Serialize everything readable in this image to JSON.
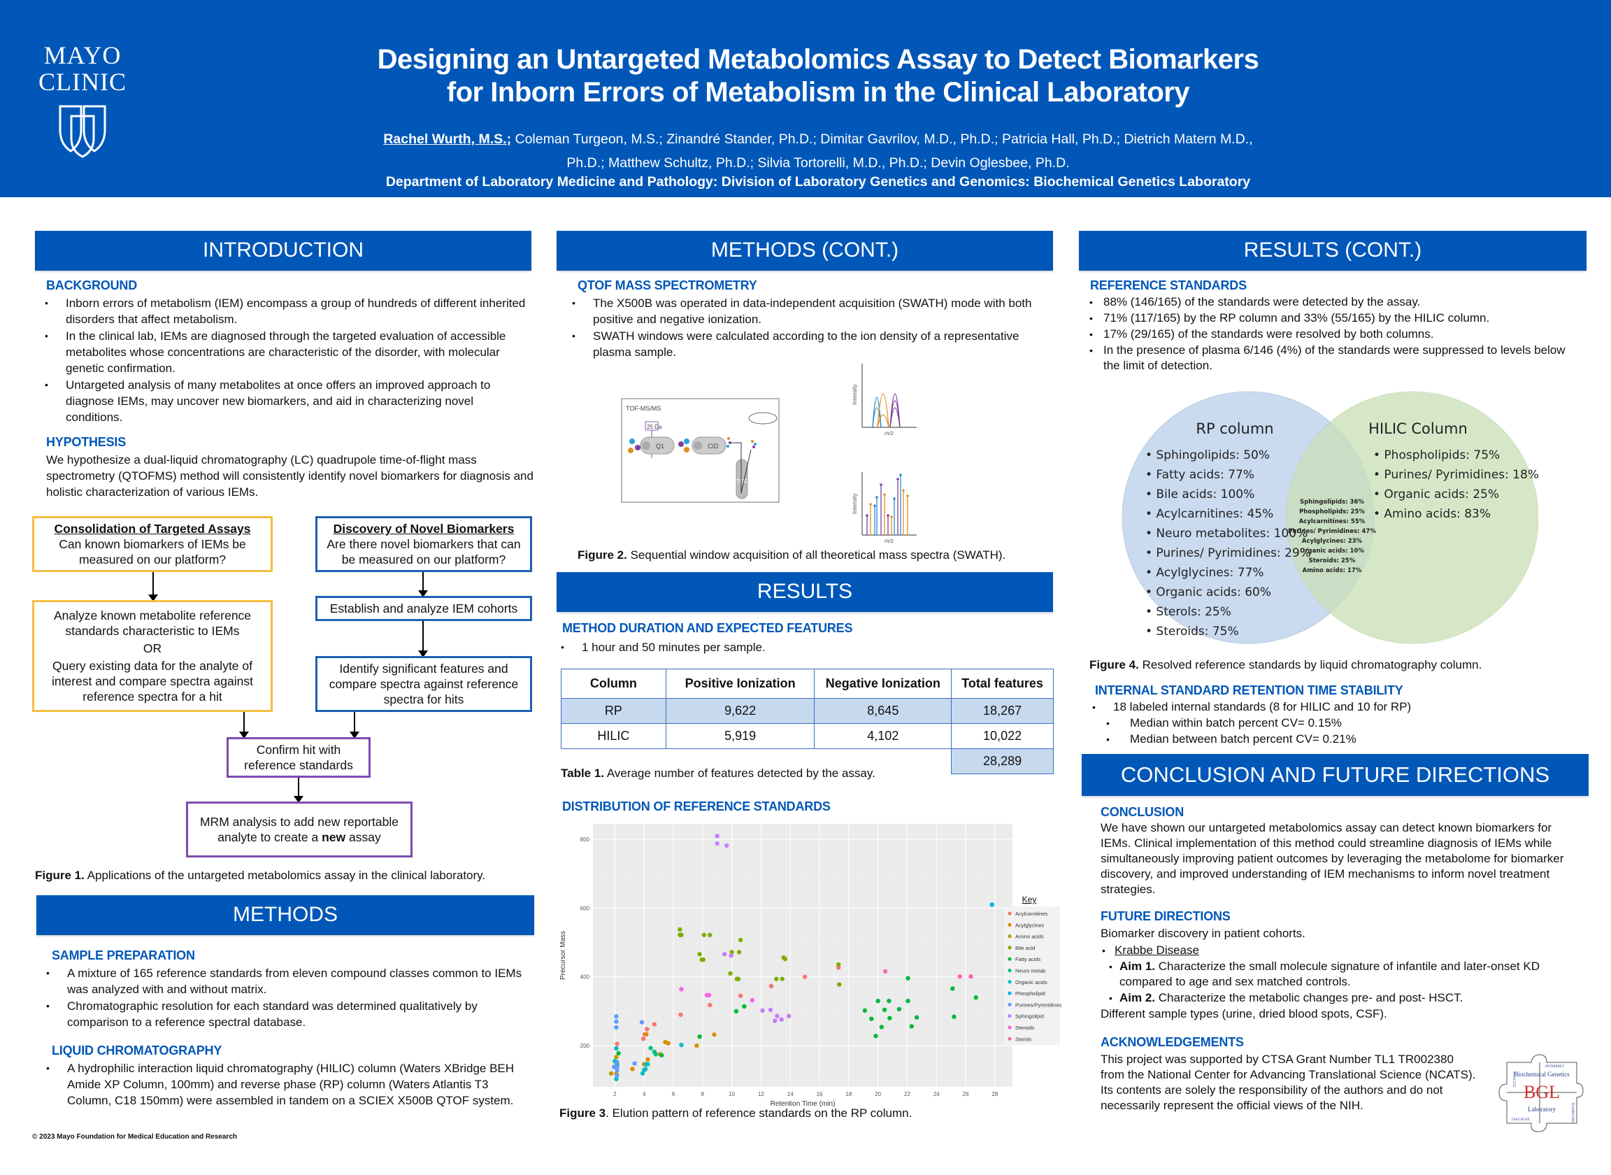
{
  "header": {
    "logo_line1": "MAYO",
    "logo_line2": "CLINIC",
    "title_line1": "Designing an Untargeted Metabolomics Assay to Detect Biomarkers",
    "title_line2": "for Inborn Errors of Metabolism in the Clinical Laboratory",
    "lead_author": "Rachel Wurth, M.S.;",
    "authors_rest_line1": " Coleman Turgeon, M.S.; Zinandré Stander, Ph.D.; Dimitar Gavrilov, M.D., Ph.D.; Patricia Hall, Ph.D.; Dietrich Matern M.D.,",
    "authors_line2": "Ph.D.; Matthew Schultz, Ph.D.; Silvia Tortorelli, M.D., Ph.D.; Devin Oglesbee, Ph.D.",
    "department": "Department of Laboratory Medicine and Pathology: Division of Laboratory Genetics and Genomics: Biochemical Genetics Laboratory"
  },
  "introduction": {
    "banner": "INTRODUCTION",
    "background_heading": "BACKGROUND",
    "background_items": [
      "Inborn errors of metabolism (IEM) encompass a group of hundreds of different inherited disorders that affect metabolism.",
      "In the clinical lab, IEMs are diagnosed through the targeted evaluation of accessible metabolites whose concentrations are characteristic of the disorder, with molecular genetic confirmation.",
      "Untargeted analysis of many metabolites at once offers an improved approach to diagnose IEMs, may uncover new biomarkers, and aid in characterizing novel conditions."
    ],
    "hypothesis_heading": "HYPOTHESIS",
    "hypothesis_text": "We hypothesize a dual-liquid chromatography (LC) quadrupole time-of-flight mass spectrometry (QTOFMS) method will consistently identify novel biomarkers for diagnosis and holistic characterization of various IEMs."
  },
  "flowchart": {
    "left_title": "Consolidation of Targeted Assays",
    "left_question": "Can known biomarkers of IEMs be measured on our platform?",
    "left_step_a": "Analyze known metabolite reference standards characteristic to IEMs",
    "left_step_or": "OR",
    "left_step_b": "Query existing data for the analyte of interest and compare spectra against reference spectra for a hit",
    "right_title": "Discovery of Novel Biomarkers",
    "right_question": "Are there novel biomarkers that can be measured on our platform?",
    "right_step1": "Establish and analyze IEM cohorts",
    "right_step2": "Identify significant features and compare spectra against reference spectra for hits",
    "confirm": "Confirm hit with reference standards",
    "mrm_pre": "MRM analysis to add new reportable analyte to create a ",
    "mrm_bold": "new",
    "mrm_post": " assay",
    "caption_label": "Figure 1.",
    "caption_text": " Applications of the untargeted metabolomics assay in the clinical laboratory."
  },
  "methods": {
    "banner": "METHODS",
    "sample_heading": "SAMPLE PREPARATION",
    "sample_items": [
      "A mixture of 165 reference standards from eleven compound classes common to IEMs was analyzed with and without matrix.",
      "Chromatographic resolution for each standard was determined qualitatively by comparison to a reference spectral database."
    ],
    "lc_heading": "LIQUID CHROMATOGRAPHY",
    "lc_items": [
      "A hydrophilic interaction liquid chromatography (HILIC) column (Waters XBridge BEH Amide XP Column, 100mm) and reverse phase (RP) column (Waters Atlantis T3 Column, C18 150mm) were assembled in tandem on a SCIEX X500B QTOF system."
    ]
  },
  "copyright": "© 2023 Mayo Foundation for Medical Education and Research",
  "methods_cont": {
    "banner": "METHODS (CONT.)",
    "qtof_heading": "QTOF MASS SPECTROMETRY",
    "qtof_items": [
      "The X500B was operated in data-independent acquisition (SWATH) mode with both positive and negative ionization.",
      "SWATH windows were calculated according to the ion density of a representative plasma sample."
    ],
    "diagram": {
      "box_label": "TOF-MS/MS",
      "window_label": "25 Da",
      "q1_label": "Q1",
      "cid_label": "CID",
      "tof_label": "TOF",
      "intensity_label": "Intensity",
      "mz_label": "m/z"
    },
    "caption_label": "Figure 2.",
    "caption_text": " Sequential window acquisition of all theoretical mass spectra (SWATH)."
  },
  "results": {
    "banner": "RESULTS",
    "duration_heading": "METHOD DURATION AND EXPECTED FEATURES",
    "duration_items": [
      "1 hour and 50 minutes per sample."
    ],
    "table": {
      "headers": [
        "Column",
        "Positive Ionization",
        "Negative Ionization",
        "Total features"
      ],
      "rows": [
        [
          "RP",
          "9,622",
          "8,645",
          "18,267"
        ],
        [
          "HILIC",
          "5,919",
          "4,102",
          "10,022"
        ]
      ],
      "grand_total": "28,289"
    },
    "table_caption_label": "Table 1.",
    "table_caption_text": " Average number of features detected by the assay.",
    "distribution_heading": "DISTRIBUTION OF REFERENCE STANDARDS",
    "fig3_caption_label": "Figure 3",
    "fig3_caption_text": ". Elution pattern of reference standards on the RP column."
  },
  "chart_data": {
    "type": "scatter",
    "title": "",
    "xlabel": "Retention Time (min)",
    "ylabel": "Precursor Mass",
    "xlim": [
      0.5,
      29.2
    ],
    "ylim": [
      80,
      845
    ],
    "xticks": [
      2,
      4,
      6,
      8,
      10,
      12,
      14,
      16,
      18,
      20,
      22,
      24,
      26,
      28
    ],
    "yticks": [
      200,
      400,
      600,
      800
    ],
    "grid": true,
    "legend_title": "Key",
    "legend_position": "right",
    "series": [
      {
        "name": "Acylcarnitines",
        "color": "#f8766d",
        "points": [
          [
            2.15,
            205
          ],
          [
            3.95,
            220
          ],
          [
            4.05,
            233
          ],
          [
            4.2,
            248
          ],
          [
            4.7,
            262
          ],
          [
            6.5,
            290
          ],
          [
            8.5,
            318
          ],
          [
            10.6,
            345
          ],
          [
            12.7,
            373
          ],
          [
            15.0,
            400
          ],
          [
            17.3,
            427
          ]
        ]
      },
      {
        "name": "Acylglycines",
        "color": "#de8c00",
        "points": [
          [
            2.1,
            118
          ],
          [
            3.2,
            132
          ],
          [
            4.0,
            146
          ],
          [
            4.15,
            233
          ],
          [
            4.25,
            160
          ],
          [
            5.1,
            175
          ],
          [
            5.45,
            210
          ],
          [
            5.65,
            207
          ],
          [
            7.6,
            200
          ],
          [
            8.8,
            232
          ]
        ]
      },
      {
        "name": "Amino acids",
        "color": "#b79f00",
        "points": [
          [
            1.75,
            119
          ],
          [
            2.1,
            150
          ],
          [
            2.1,
            167
          ],
          [
            2.15,
            147
          ]
        ]
      },
      {
        "name": "Bile acid",
        "color": "#7cae00",
        "points": [
          [
            6.45,
            538
          ],
          [
            6.45,
            522
          ],
          [
            6.55,
            522
          ],
          [
            7.8,
            466
          ],
          [
            7.95,
            450
          ],
          [
            8.05,
            450
          ],
          [
            8.1,
            522
          ],
          [
            8.5,
            522
          ],
          [
            9.9,
            410
          ],
          [
            10.0,
            472
          ],
          [
            10.35,
            394
          ],
          [
            10.45,
            394
          ],
          [
            10.5,
            472
          ],
          [
            10.6,
            507
          ],
          [
            13.05,
            394
          ],
          [
            13.45,
            394
          ],
          [
            13.55,
            456
          ],
          [
            13.65,
            452
          ],
          [
            17.3,
            436
          ],
          [
            17.35,
            378
          ]
        ]
      },
      {
        "name": "Fatty acids",
        "color": "#00ba38",
        "points": [
          [
            2.25,
            178
          ],
          [
            5.2,
            172
          ],
          [
            7.8,
            226
          ],
          [
            10.3,
            300
          ],
          [
            10.85,
            314
          ],
          [
            19.1,
            302
          ],
          [
            19.55,
            278
          ],
          [
            19.85,
            228
          ],
          [
            20.0,
            330
          ],
          [
            20.25,
            254
          ],
          [
            20.45,
            304
          ],
          [
            20.75,
            330
          ],
          [
            20.8,
            280
          ],
          [
            21.45,
            306
          ],
          [
            22.05,
            396
          ],
          [
            22.05,
            330
          ],
          [
            22.3,
            256
          ],
          [
            22.65,
            282
          ],
          [
            25.1,
            366
          ],
          [
            25.2,
            284
          ],
          [
            26.7,
            340
          ]
        ]
      },
      {
        "name": "Neuro metab",
        "color": "#00c08b",
        "points": [
          [
            2.15,
            143
          ],
          [
            4.45,
            193
          ],
          [
            4.7,
            182
          ],
          [
            4.8,
            175
          ]
        ]
      },
      {
        "name": "Organic acids",
        "color": "#00bfc4",
        "points": [
          [
            2.0,
            155
          ],
          [
            2.1,
            192
          ],
          [
            2.1,
            103
          ],
          [
            3.9,
            119
          ],
          [
            4.0,
            129
          ],
          [
            4.1,
            132
          ],
          [
            4.15,
            146
          ],
          [
            4.25,
            146
          ],
          [
            6.55,
            202
          ]
        ]
      },
      {
        "name": "Phospholipid",
        "color": "#00b4f0",
        "points": [
          [
            27.8,
            610
          ]
        ]
      },
      {
        "name": "Purines/Pyrimidines",
        "color": "#619cff",
        "points": [
          [
            2.05,
            138
          ],
          [
            2.1,
            253
          ],
          [
            2.1,
            270
          ],
          [
            2.1,
            285
          ],
          [
            2.15,
            152
          ],
          [
            2.15,
            128
          ],
          [
            2.15,
            113
          ],
          [
            2.15,
            138
          ],
          [
            1.95,
            138
          ],
          [
            3.35,
            148
          ],
          [
            3.85,
            268
          ]
        ]
      },
      {
        "name": "Sphingolipid",
        "color": "#c77cff",
        "points": [
          [
            9.0,
            810
          ],
          [
            9.0,
            788
          ],
          [
            9.65,
            782
          ],
          [
            9.5,
            466
          ],
          [
            9.95,
            462
          ],
          [
            12.1,
            302
          ],
          [
            12.65,
            304
          ],
          [
            12.95,
            272
          ],
          [
            13.1,
            286
          ],
          [
            13.4,
            276
          ],
          [
            13.9,
            286
          ]
        ]
      },
      {
        "name": "Steroids",
        "color": "#f564e3",
        "points": [
          [
            6.55,
            364
          ],
          [
            8.3,
            347
          ],
          [
            8.45,
            347
          ],
          [
            11.4,
            332
          ]
        ]
      },
      {
        "name": "Sterols",
        "color": "#ff64b0",
        "points": [
          [
            20.5,
            416
          ],
          [
            25.6,
            401
          ],
          [
            26.35,
            401
          ]
        ]
      }
    ]
  },
  "results_cont": {
    "banner": "RESULTS (CONT.)",
    "ref_heading": "REFERENCE STANDARDS",
    "ref_items": [
      "88% (146/165) of the standards were detected by the assay.",
      "71% (117/165) by the RP column and 33% (55/165) by the HILIC column.",
      "17% (29/165) of the standards were resolved by both columns.",
      "In the presence of plasma 6/146 (4%) of the standards were suppressed to levels below the limit of detection."
    ],
    "venn": {
      "rp_title": "RP column",
      "rp_items": [
        "Sphingolipids: 50%",
        "Fatty acids: 77%",
        "Bile acids: 100%",
        "Acylcarnitines: 45%",
        "Neuro metabolites: 100%",
        "Purines/ Pyrimidines: 29%",
        "Acylglycines: 77%",
        "Organic acids: 60%",
        "Sterols: 25%",
        "Steroids: 75%"
      ],
      "hilic_title": "HILIC Column",
      "hilic_items": [
        "Phospholipids: 75%",
        "Purines/ Pyrimidines: 18%",
        "Organic acids: 25%",
        "Amino acids: 83%"
      ],
      "both_items": [
        "Sphingolipids: 36%",
        "Phospholipids: 25%",
        "Acylcarnitines: 55%",
        "Purines/ Pyrimidines: 47%",
        "Acylglycines: 23%",
        "Organic acids: 10%",
        "Steroids: 25%",
        "Amino acids: 17%"
      ]
    },
    "fig4_caption_label": "Figure 4.",
    "fig4_caption_text": " Resolved reference standards by liquid chromatography column.",
    "is_heading": "INTERNAL STANDARD RETENTION TIME STABILITY",
    "is_item": "18 labeled internal standards (8 for HILIC and 10 for RP)",
    "is_subitems": [
      "Median within batch percent CV= 0.15%",
      "Median between batch percent CV= 0.21%"
    ]
  },
  "conclusion": {
    "banner": "CONCLUSION AND FUTURE DIRECTIONS",
    "conclusion_heading": "CONCLUSION",
    "conclusion_text": "We have shown our untargeted metabolomics assay can detect known biomarkers for IEMs. Clinical implementation of this method could streamline diagnosis of IEMs while simultaneously improving patient outcomes by leveraging the metabolome for biomarker discovery, and improved understanding of IEM mechanisms to inform novel treatment strategies.",
    "future_heading": "FUTURE DIRECTIONS",
    "future_intro": "Biomarker discovery in patient cohorts.",
    "krabbe": "Krabbe Disease",
    "aim1_label": "Aim 1.",
    "aim1_text": " Characterize the small molecule signature of infantile and later-onset KD compared to age and sex matched controls.",
    "aim2_label": "Aim 2.",
    "aim2_text": " Characterize the metabolic changes pre- and post- HSCT.",
    "future_outro": "Different sample types (urine, dried blood spots, CSF).",
    "ack_heading": "ACKNOWLEDGEMENTS",
    "ack_text": "This project was supported by CTSA Grant Number TL1 TR002380 from the National Center for Advancing Translational Science (NCATS). Its contents are solely the responsibility of the authors and do not necessarily represent the official views of the NIH.",
    "bgl_logo": {
      "center": "BGL",
      "arc_top": "Biochemical Genetics",
      "arc_bottom": "Laboratory",
      "words": [
        "ANALYZE",
        "INTERPRET",
        "TEAMWORK",
        "DIAGNOSE"
      ]
    }
  },
  "colors": {
    "brand_blue": "#0057b8",
    "heading_blue": "#0057b8",
    "flow_yellow": "#f5be41",
    "flow_blue": "#1f5fb4",
    "flow_purple": "#7d4ab0",
    "table_shade": "#c7d9ef",
    "venn_rp": "#c5d7ee",
    "venn_hilic": "#d3e6c6"
  }
}
